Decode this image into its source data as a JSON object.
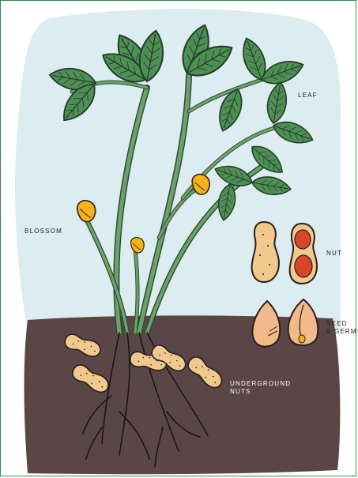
{
  "labels": {
    "leaf": "LEAF",
    "blossom": "BLOSSOM",
    "nut": "NUT",
    "seed_line1": "SEED",
    "seed_line2": "& GERM",
    "underground_line1": "UNDERGROUND",
    "underground_line2": "NUTS"
  },
  "colors": {
    "sky": "#dcecf0",
    "soil": "#5a4646",
    "leaf": "#4f8f55",
    "leaf_dark": "#2b4f33",
    "stem": "#6fa06b",
    "blossom": "#f2b31f",
    "pod": "#f0c98e",
    "nut_red": "#d7452a",
    "seed": "#f2b98a",
    "frame": "#2e8b57"
  }
}
